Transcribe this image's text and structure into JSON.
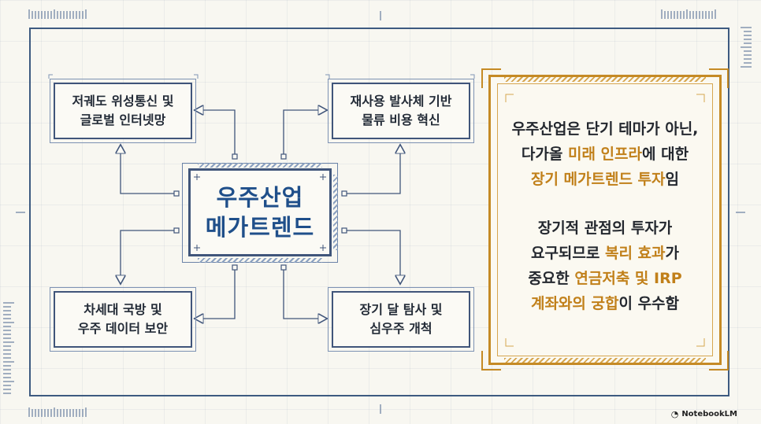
{
  "center": {
    "line1": "우주산업",
    "line2": "메가트렌드"
  },
  "topics": [
    {
      "id": "top-left",
      "line1": "저궤도 위성통신 및",
      "line2": "글로벌 인터넷망"
    },
    {
      "id": "top-right",
      "line1": "재사용 발사체 기반",
      "line2": "물류 비용 혁신"
    },
    {
      "id": "bottom-left",
      "line1": "차세대 국방 및",
      "line2": "우주 데이터 보안"
    },
    {
      "id": "bottom-right",
      "line1": "장기 달 탐사 및",
      "line2": "심우주 개척"
    }
  ],
  "note": {
    "p1_line1": "우주산업은 단기 테마가 아닌,",
    "p1_line2_pre": "다가올 ",
    "p1_line2_hl": "미래 인프라",
    "p1_line2_post": "에 대한",
    "p1_line3_hl": "장기 메가트렌드 투자",
    "p1_line3_post": "임",
    "p2_line1": "장기적 관점의 투자가",
    "p2_line2_pre": "요구되므로 ",
    "p2_line2_hl": "복리 효과",
    "p2_line2_post": "가",
    "p2_line3_pre": "중요한 ",
    "p2_line3_hl": "연금저축 및 IRP",
    "p2_line4_hl": "계좌와의 궁합",
    "p2_line4_post": "이 우수함"
  },
  "brand": {
    "label": "NotebookLM"
  },
  "colors": {
    "navy": "#40557a",
    "title_blue": "#1f4f8a",
    "gold": "#c58a25",
    "highlight": "#c1801a"
  }
}
